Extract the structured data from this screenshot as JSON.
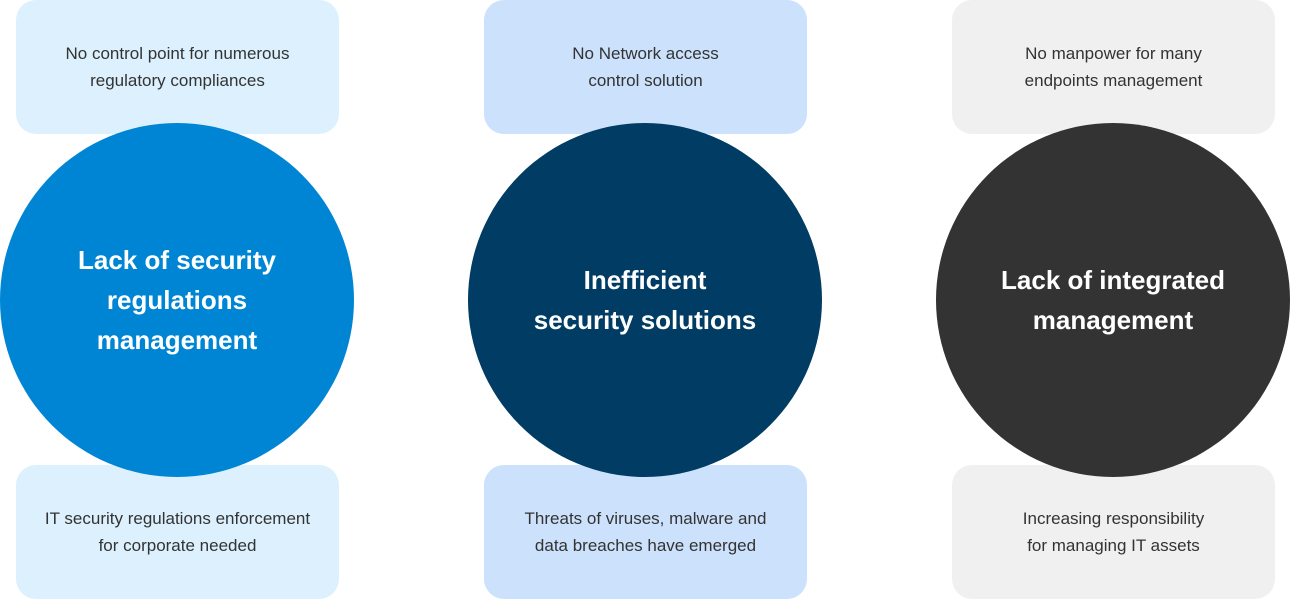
{
  "columns": [
    {
      "top_text": "No control point for numerous\nregulatory compliances",
      "circle_title": "Lack of security\nregulations\nmanagement",
      "bottom_text": "IT security regulations enforcement\nfor corporate needed",
      "box_color": "#dcf1fd",
      "circle_color": "#0085d5"
    },
    {
      "top_text": "No Network access\ncontrol solution",
      "circle_title": "Inefficient\nsecurity solutions",
      "bottom_text": "Threats of viruses, malware and\ndata breaches have emerged",
      "box_color": "#cce1fb",
      "circle_color": "#003c63"
    },
    {
      "top_text": "No manpower for many\nendpoints management",
      "circle_title": "Lack of integrated\nmanagement",
      "bottom_text": "Increasing responsibility\nfor managing IT assets",
      "box_color": "#f0f0f0",
      "circle_color": "#333333"
    }
  ]
}
